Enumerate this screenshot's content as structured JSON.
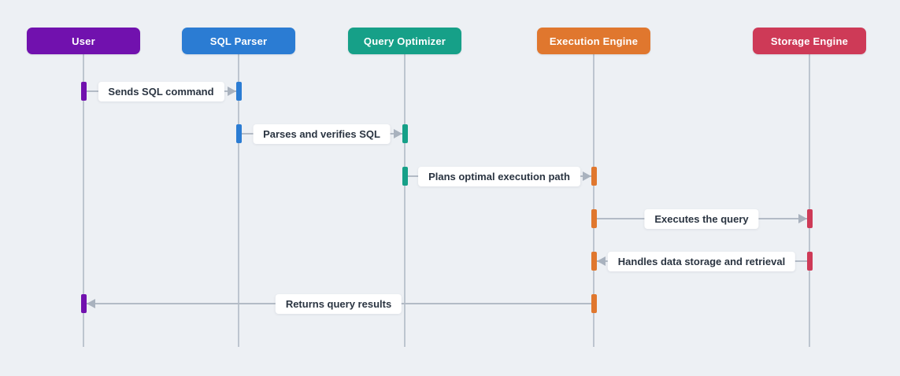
{
  "diagram": {
    "background_color": "#EDF0F4",
    "lifeline_color": "#BDC5CF",
    "arrow_color": "#B3BBC6",
    "label_bg_color": "#FFFFFF",
    "label_text_color": "#2A3441"
  },
  "actors": [
    {
      "id": "user",
      "label": "User",
      "color": "#7111AE"
    },
    {
      "id": "sql-parser",
      "label": "SQL Parser",
      "color": "#2B7CD3"
    },
    {
      "id": "query-optimizer",
      "label": "Query Optimizer",
      "color": "#16A088"
    },
    {
      "id": "execution-engine",
      "label": "Execution Engine",
      "color": "#E0772E"
    },
    {
      "id": "storage-engine",
      "label": "Storage Engine",
      "color": "#CE3A57"
    }
  ],
  "messages": [
    {
      "text": "Sends SQL command",
      "from": "user",
      "to": "sql-parser"
    },
    {
      "text": "Parses and verifies SQL",
      "from": "sql-parser",
      "to": "query-optimizer"
    },
    {
      "text": "Plans optimal execution path",
      "from": "query-optimizer",
      "to": "execution-engine"
    },
    {
      "text": "Executes the query",
      "from": "execution-engine",
      "to": "storage-engine"
    },
    {
      "text": "Handles data storage and retrieval",
      "from": "storage-engine",
      "to": "execution-engine"
    },
    {
      "text": "Returns query results",
      "from": "execution-engine",
      "to": "user"
    }
  ]
}
